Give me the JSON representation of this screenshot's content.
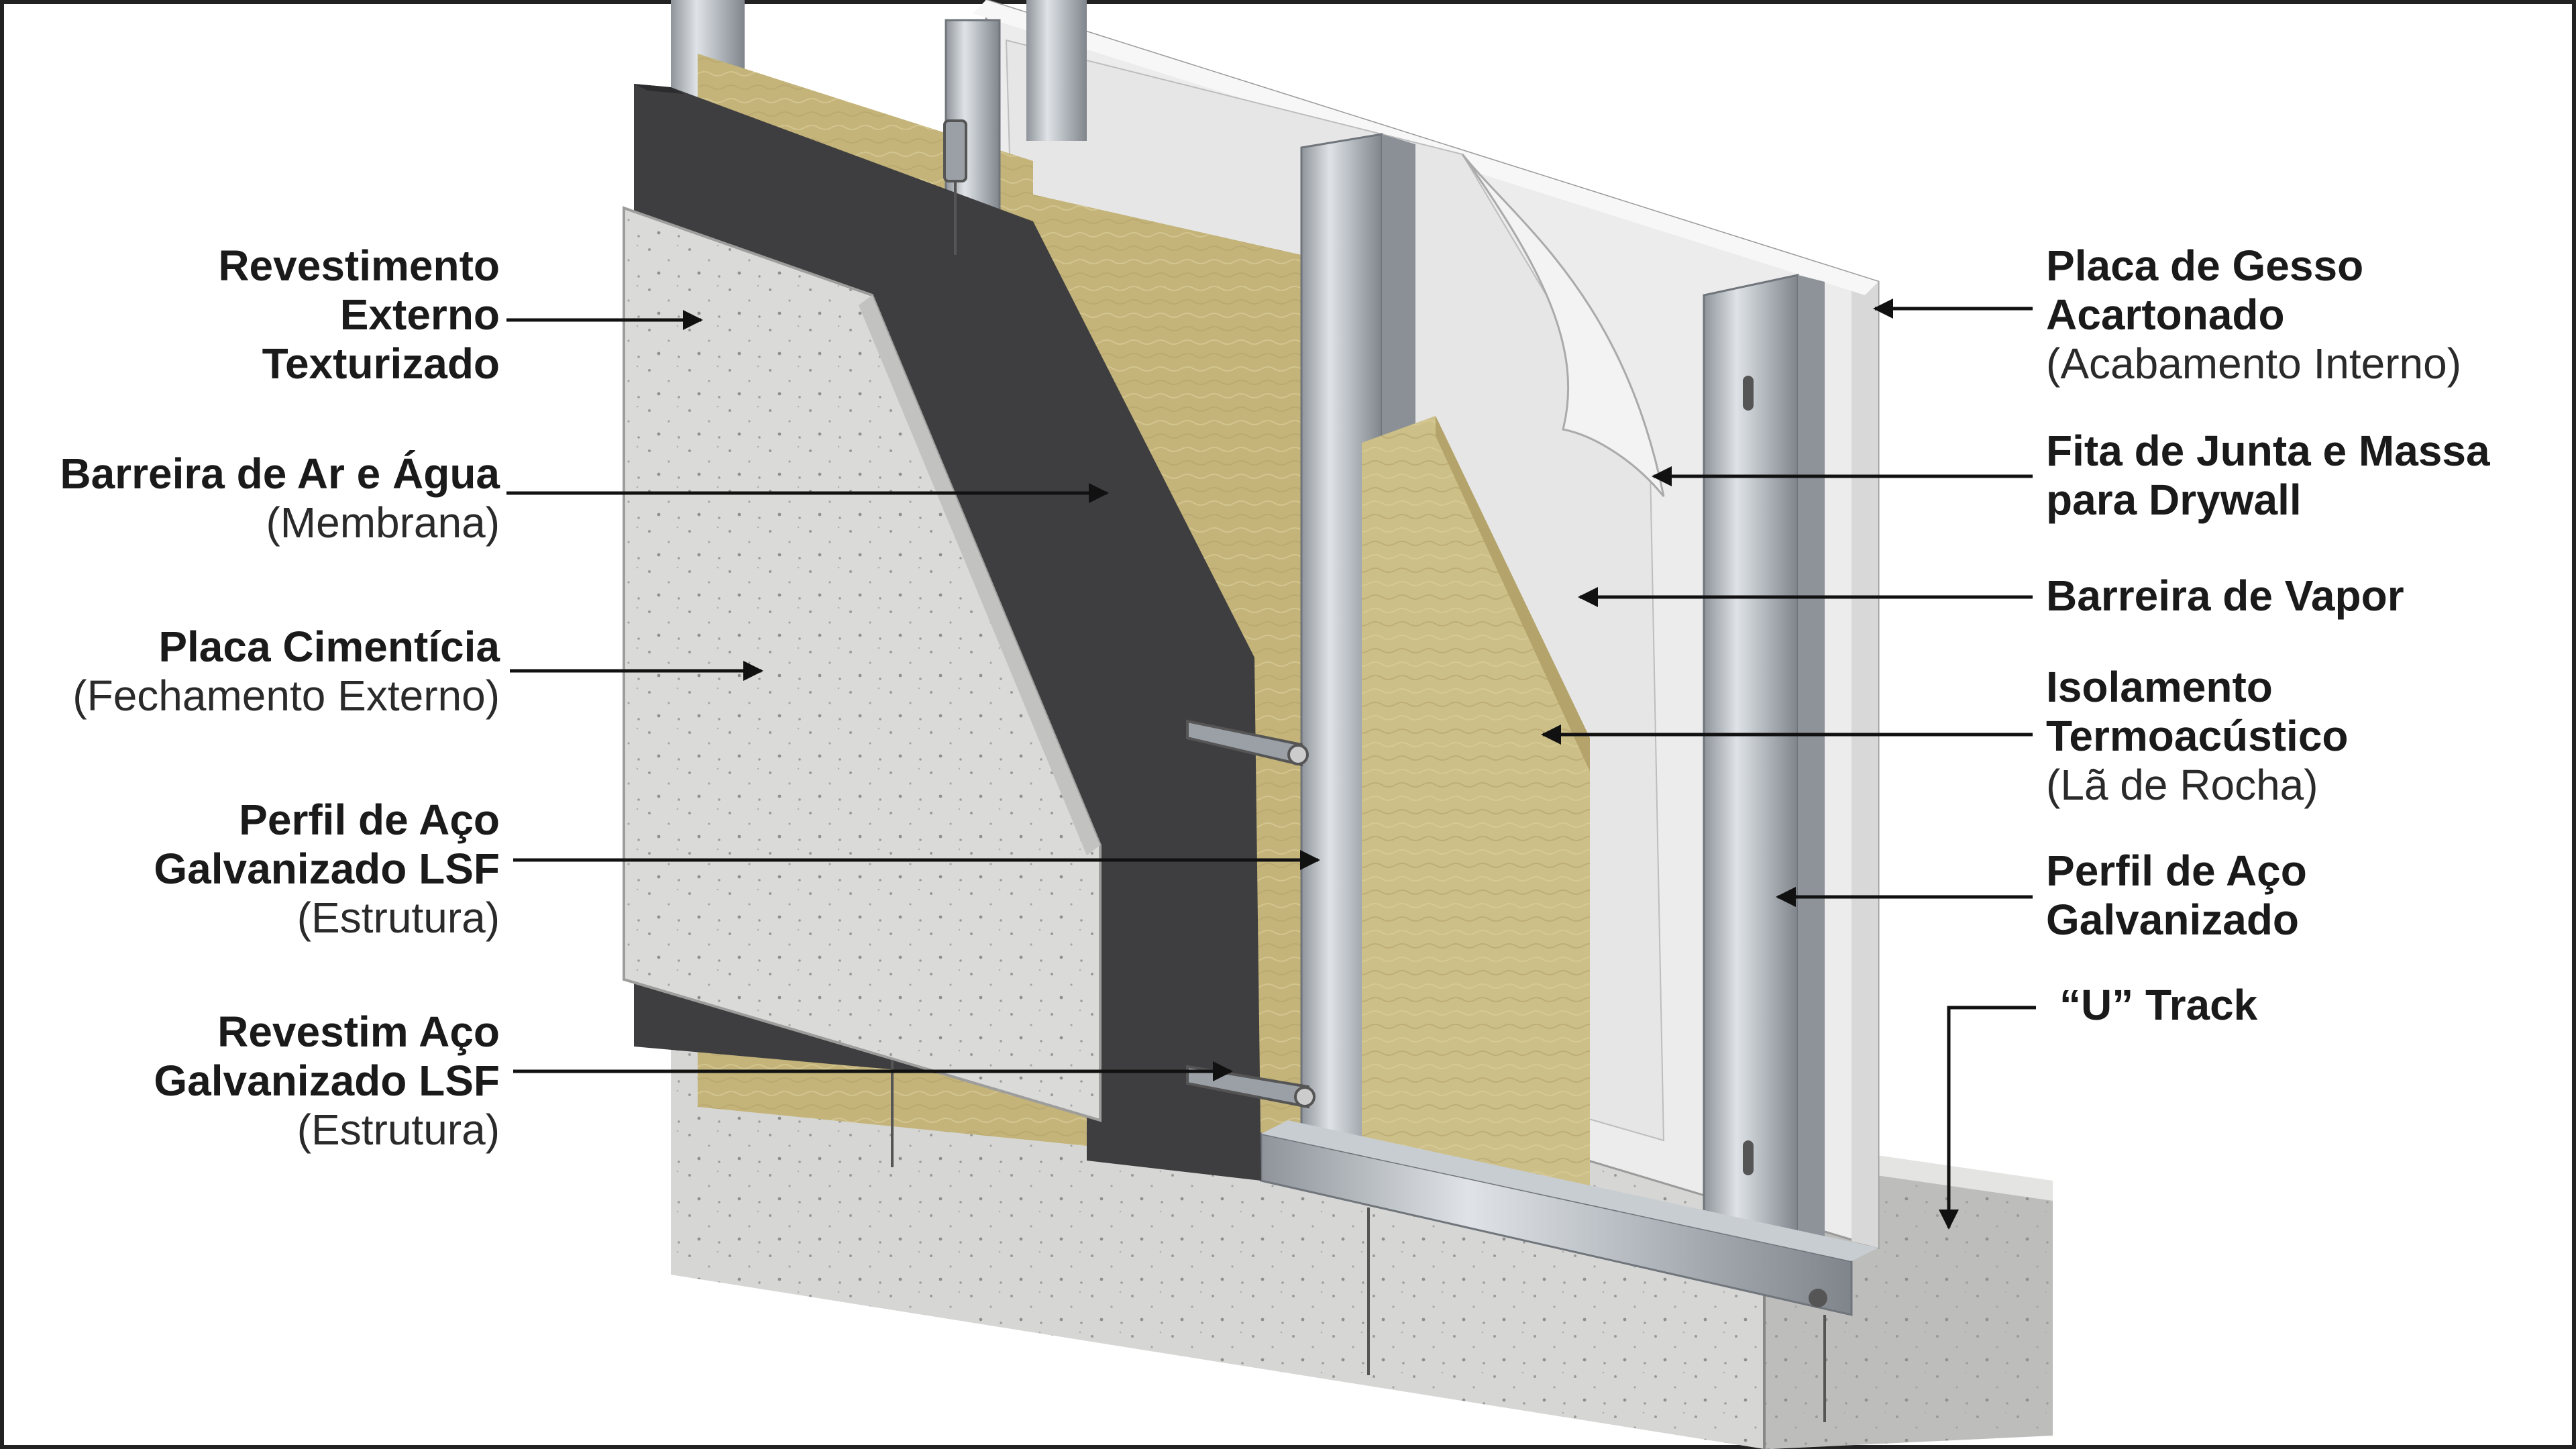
{
  "labels": {
    "revestimento_externo": {
      "l1": "Revestimento",
      "l2": "Externo",
      "l3": "Texturizado"
    },
    "barreira_ar_agua": {
      "l1": "Barreira de Ar e Água",
      "sub": "(Membrana)"
    },
    "placa_cimenticia": {
      "l1": "Placa Cimentícia",
      "sub": "(Fechamento Externo)"
    },
    "perfil_lsf_estrutura": {
      "l1": "Perfil de Aço",
      "l2": "Galvanizado LSF",
      "sub": "(Estrutura)"
    },
    "revestim_aco": {
      "l1": "Revestim Aço",
      "l2": "Galvanizado LSF",
      "sub": "(Estrutura)"
    },
    "placa_gesso": {
      "l1": "Placa de Gesso",
      "l2": "Acartonado",
      "sub": "(Acabamento Interno)"
    },
    "fita_junta": {
      "l1": "Fita de Junta e Massa",
      "l2": "para Drywall"
    },
    "barreira_vapor": {
      "l1": "Barreira de Vapor"
    },
    "isolamento": {
      "l1": "Isolamento",
      "l2": "Termoacústico",
      "sub": "(Lã de Rocha)"
    },
    "perfil_galvanizado": {
      "l1": "Perfil de Aço",
      "l2": "Galvanizado"
    },
    "u_track": {
      "l1": "“U” Track"
    }
  },
  "colors": {
    "concrete": "#d2d2d0",
    "cement_board": "#dadad8",
    "membrane": "#3e3e40",
    "rock_wool": "#c9bb82",
    "steel": "#bcc1c6",
    "gypsum": "#eeeeee",
    "arrow": "#111111"
  }
}
